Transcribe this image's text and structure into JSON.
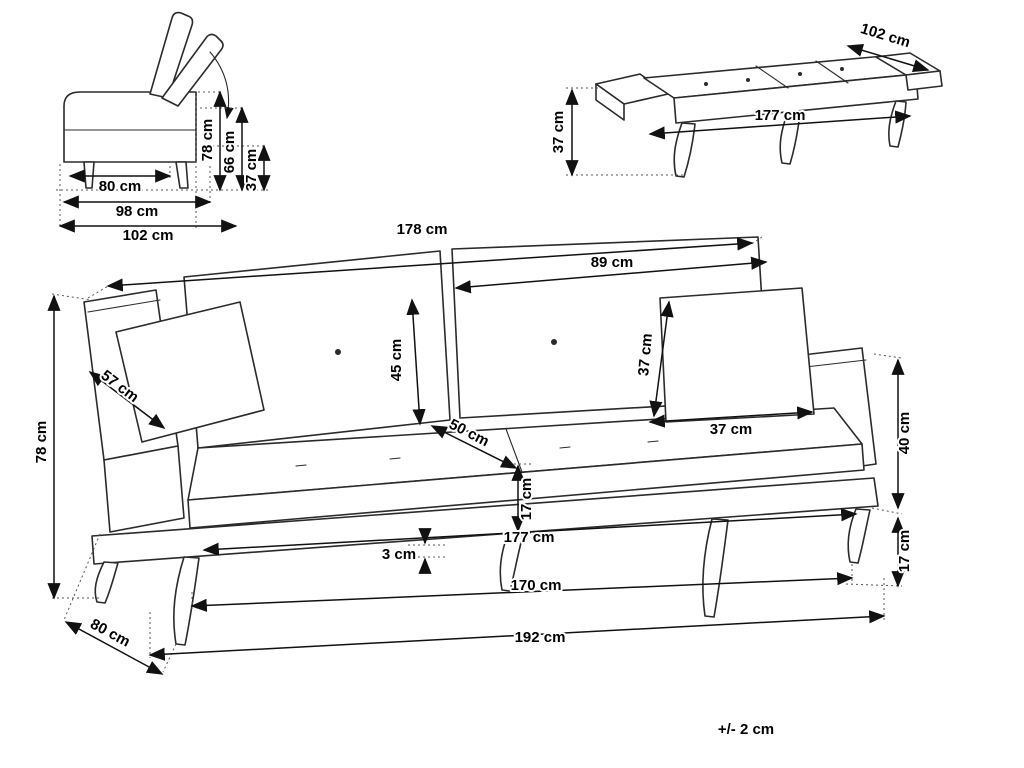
{
  "tolerance": "+/- 2 cm",
  "side_view": {
    "depth_seat": "80 cm",
    "depth_mid": "98 cm",
    "depth_total": "102 cm",
    "height_total": "78 cm",
    "height_mid": "66 cm",
    "height_seat": "37 cm"
  },
  "bed_view": {
    "depth": "102 cm",
    "length": "177 cm",
    "height": "37 cm"
  },
  "front_view": {
    "width_top": "178 cm",
    "backrest_width": "89 cm",
    "backrest_height": "45 cm",
    "pillow_height": "37 cm",
    "pillow_width": "37 cm",
    "armrest_depth": "57 cm",
    "seat_depth": "50 cm",
    "height_total": "78 cm",
    "armrest_height": "40 cm",
    "leg_height": "17 cm",
    "seat_thickness": "17 cm",
    "clearance": "3 cm",
    "seat_width": "177 cm",
    "base_width": "170 cm",
    "depth": "80 cm",
    "width_total": "192 cm"
  }
}
